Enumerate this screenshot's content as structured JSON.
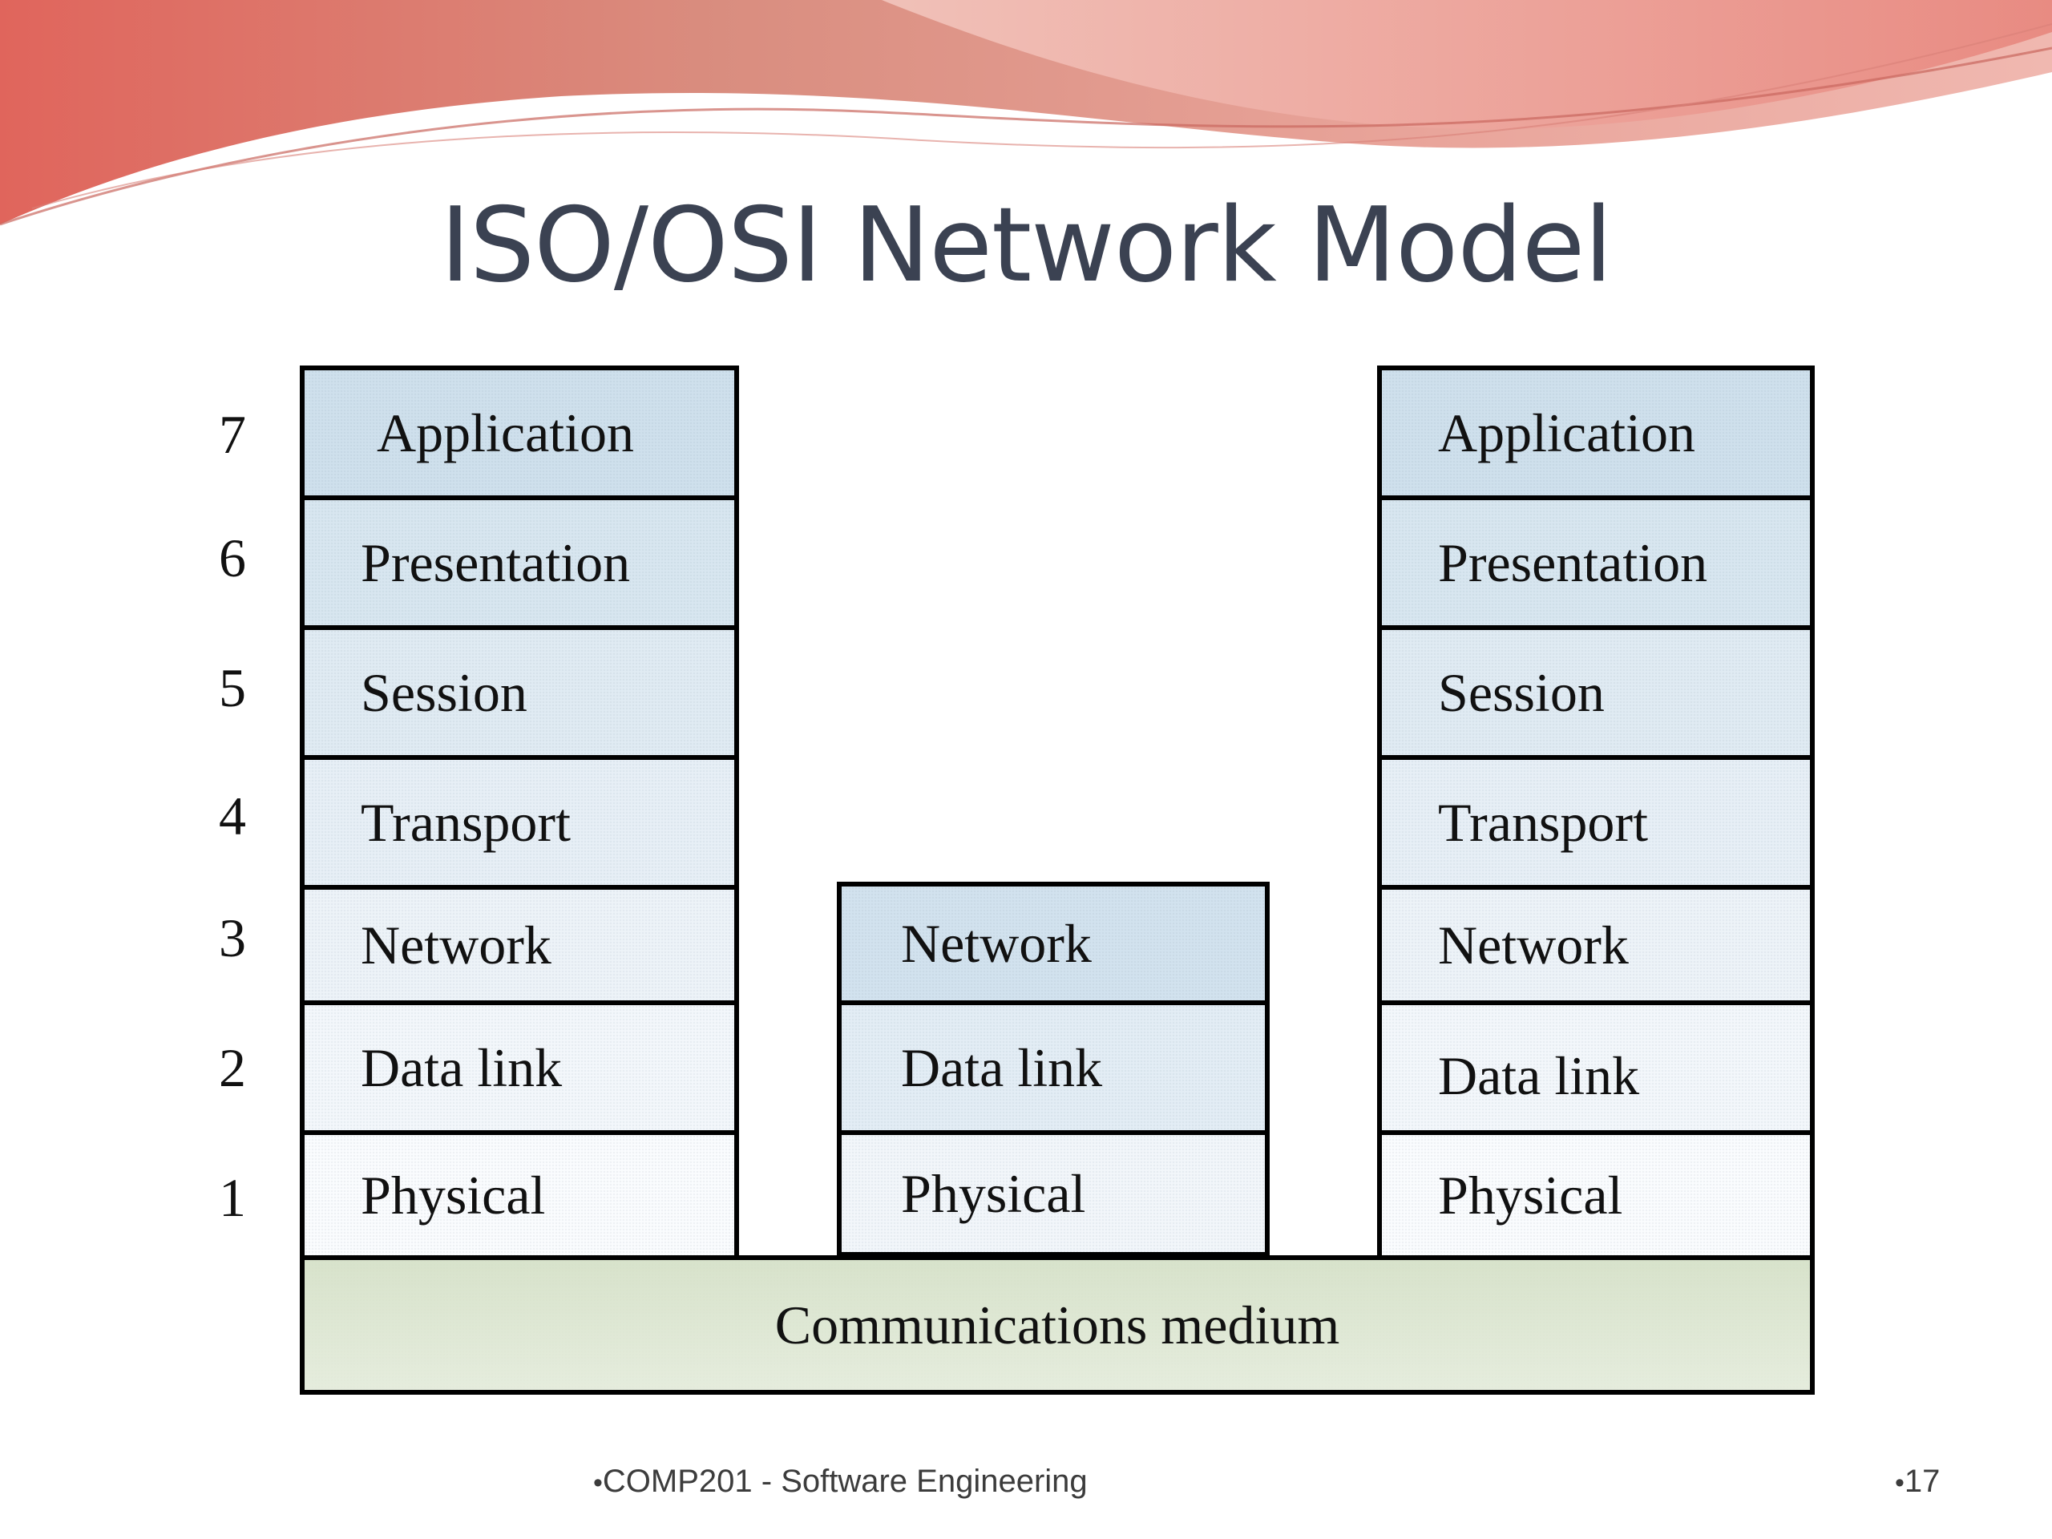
{
  "slide": {
    "title": "ISO/OSI Network Model",
    "footer_course": "COMP201 - Software Engineering",
    "footer_page": "17",
    "footer_bullet": "•"
  },
  "layer_numbers": [
    "7",
    "6",
    "5",
    "4",
    "3",
    "2",
    "1"
  ],
  "left_stack": [
    "Application",
    "Presentation",
    "Session",
    "Transport",
    "Network",
    "Data link",
    "Physical"
  ],
  "middle_stack": [
    "Network",
    "Data link",
    "Physical"
  ],
  "right_stack": [
    "Application",
    "Presentation",
    "Session",
    "Transport",
    "Network",
    "Data link",
    "Physical"
  ],
  "medium_label": "Communications medium",
  "colors": {
    "wave_coral": "#e06d66",
    "wave_pink": "#f2b7ae",
    "layer_top": "#cfe0ec",
    "layer_bottom": "#fbfcfe",
    "medium": "#dfe8d6",
    "border": "#000000"
  }
}
